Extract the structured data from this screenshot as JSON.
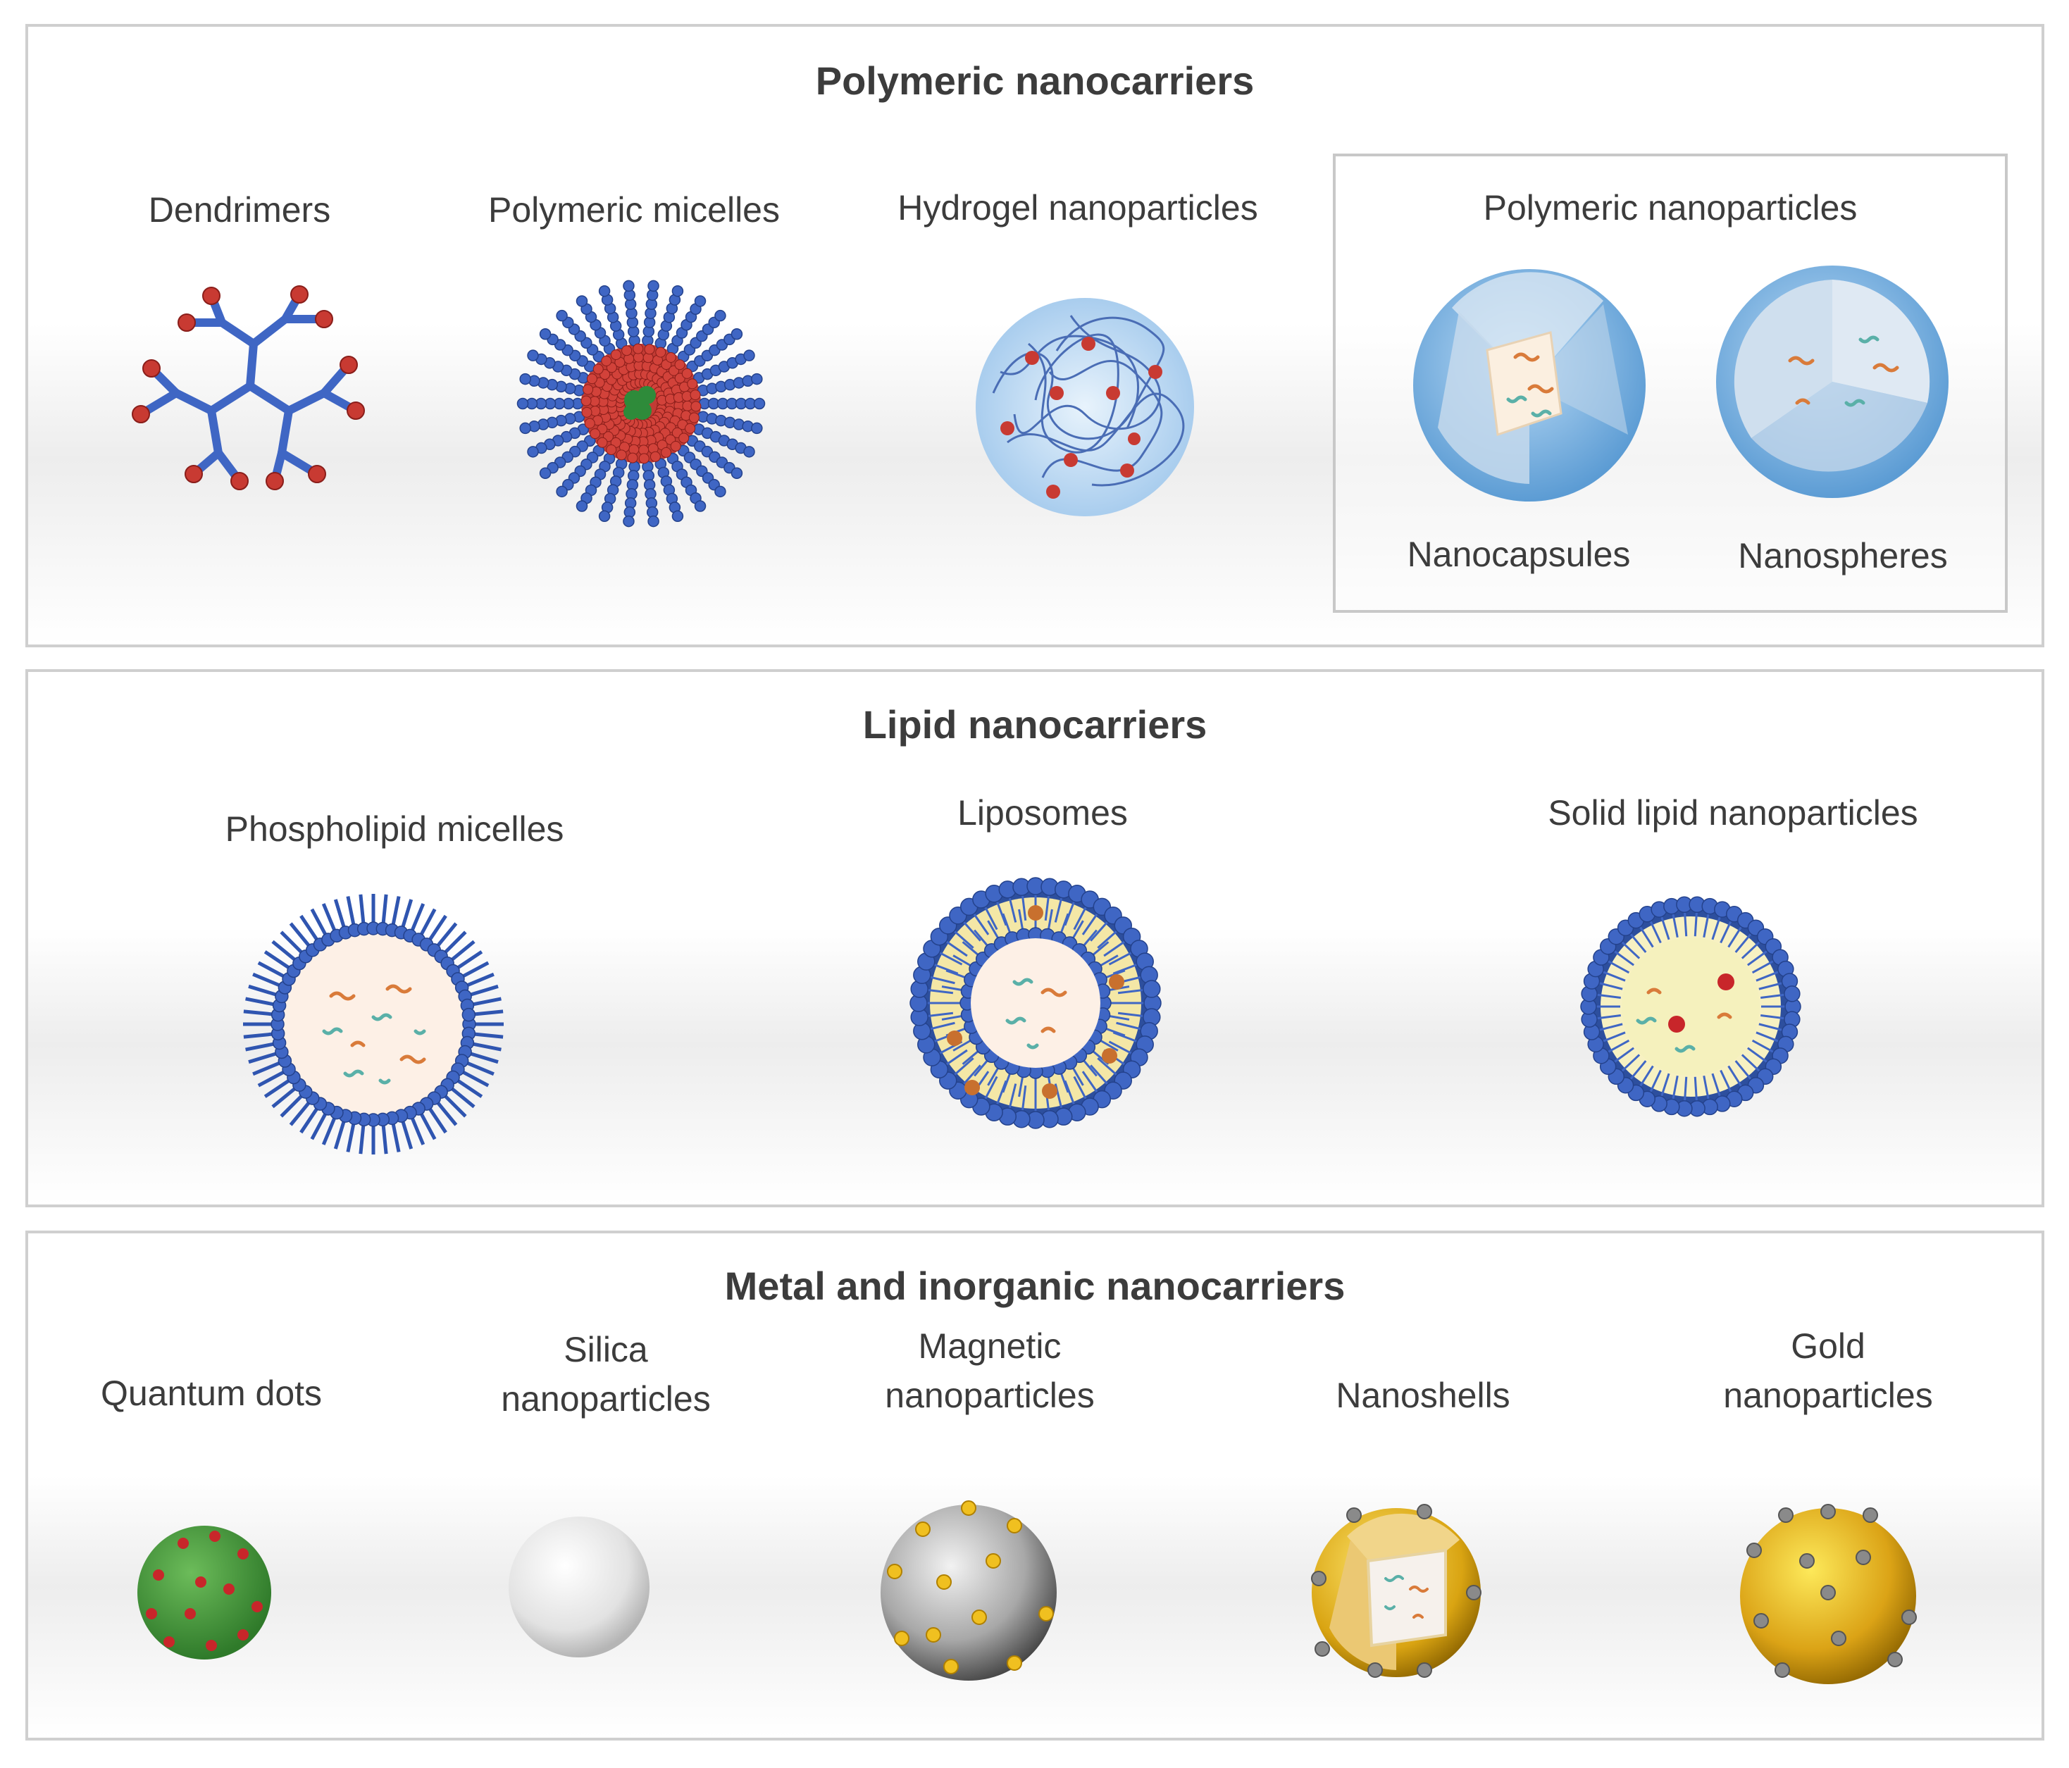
{
  "panels": {
    "polymeric": {
      "title": "Polymeric nanocarriers",
      "items": [
        "Dendrimers",
        "Polymeric micelles",
        "Hydrogel nanoparticles"
      ],
      "subgroup": {
        "title": "Polymeric nanoparticles",
        "items": [
          "Nanocapsules",
          "Nanospheres"
        ]
      }
    },
    "lipid": {
      "title": "Lipid nanocarriers",
      "items": [
        "Phospholipid micelles",
        "Liposomes",
        "Solid lipid nanoparticles"
      ]
    },
    "metal": {
      "title": "Metal and inorganic nanocarriers",
      "items": [
        {
          "line1": "Quantum dots",
          "line2": ""
        },
        {
          "line1": "Silica",
          "line2": "nanoparticles"
        },
        {
          "line1": "Magnetic",
          "line2": "nanoparticles"
        },
        {
          "line1": "Nanoshells",
          "line2": ""
        },
        {
          "line1": "Gold",
          "line2": "nanoparticles"
        }
      ]
    }
  },
  "colors": {
    "polymer_blue": "#3f66c4",
    "bead_red": "#c83a32",
    "drug_green": "#2e8b3a",
    "shell_blue": "#6aa8dc",
    "gold": "#e0a81a",
    "qd_green": "#4a9a3e",
    "border": "#cfcfcf"
  }
}
